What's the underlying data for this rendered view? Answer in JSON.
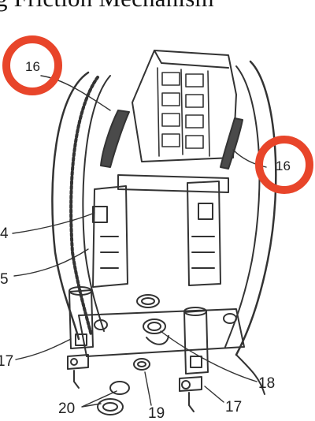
{
  "header": {
    "title_fragment": "g Friction Mechanism"
  },
  "colors": {
    "highlight_ring": "#e8452a",
    "line": "#333333",
    "dark_part": "#4a4a4a"
  },
  "callouts": {
    "c16_top": "16",
    "c16_right": "16",
    "c4": "4",
    "c5": "5",
    "c17_left": "17",
    "c17_right": "17",
    "c18": "18",
    "c19": "19",
    "c20": "20"
  }
}
